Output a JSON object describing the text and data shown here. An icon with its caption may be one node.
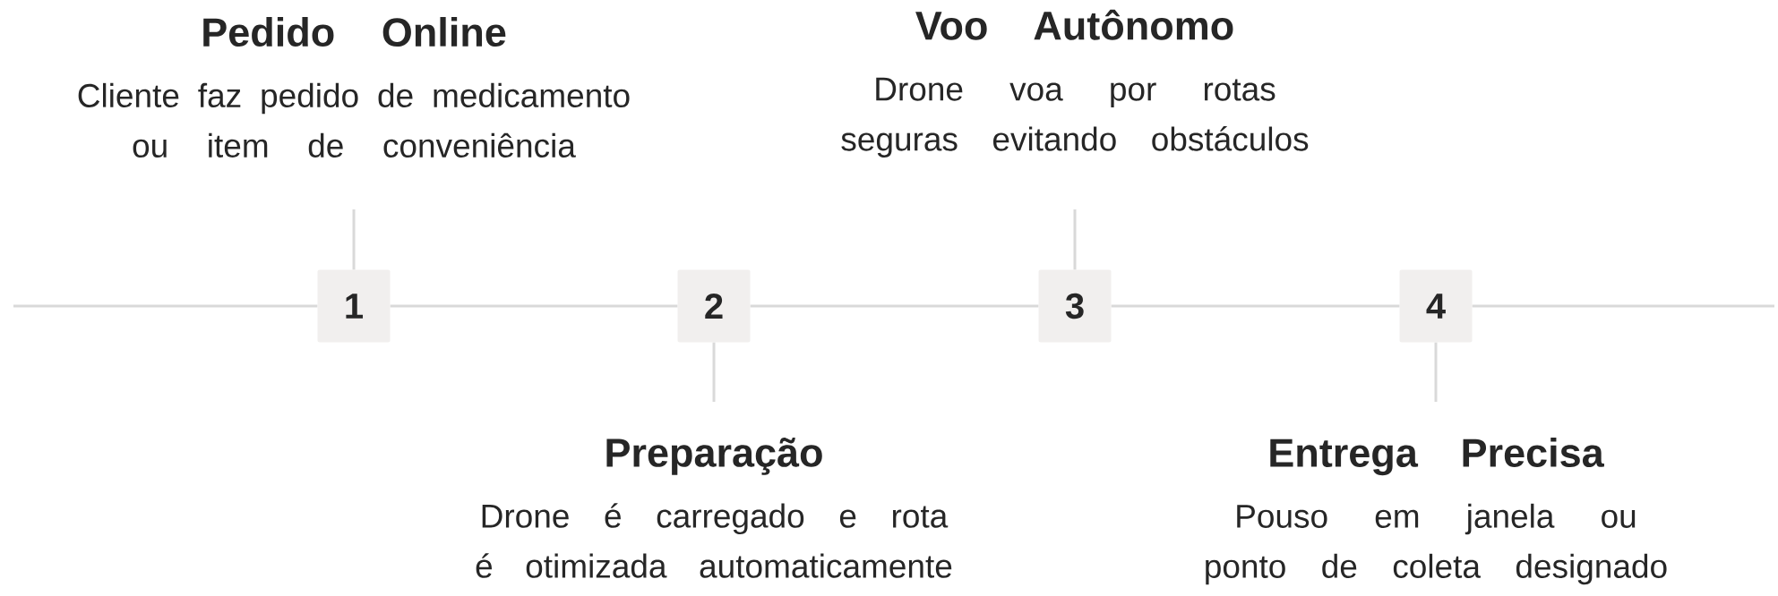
{
  "diagram": {
    "nodes": [
      {
        "text": [
          "Pedido Online",
          "Cliente faz pedido de medicamento ou item de conveniência"
        ]
      },
      {
        "text": [
          "Voo Autônomo",
          "Drone voa por rotas seguras evitando obstáculos"
        ]
      },
      {
        "text": [
          "1"
        ]
      },
      {
        "text": [
          "2"
        ]
      },
      {
        "text": [
          "3"
        ]
      },
      {
        "text": [
          "4"
        ]
      },
      {
        "text": [
          "Preparação",
          "Drone é carregado e rota é otimizada automaticamente"
        ]
      },
      {
        "text": [
          "Entrega Precisa",
          "Pouso em janela ou ponto de coleta designado"
        ]
      }
    ],
    "edges": [
      {
        "from": 0,
        "to": 2,
        "arrow": "none"
      },
      {
        "from": 1,
        "to": 4,
        "arrow": "none"
      },
      {
        "from": 6,
        "to": 3,
        "arrow": "none"
      },
      {
        "from": 7,
        "to": 5,
        "arrow": "none"
      },
      {
        "from": null,
        "to": 2,
        "arrow": "none"
      },
      {
        "from": 2,
        "to": 3,
        "arrow": "none"
      },
      {
        "from": 3,
        "to": 4,
        "arrow": "none"
      },
      {
        "from": 4,
        "to": 5,
        "arrow": "none"
      },
      {
        "from": 5,
        "to": null,
        "arrow": "none"
      }
    ]
  }
}
